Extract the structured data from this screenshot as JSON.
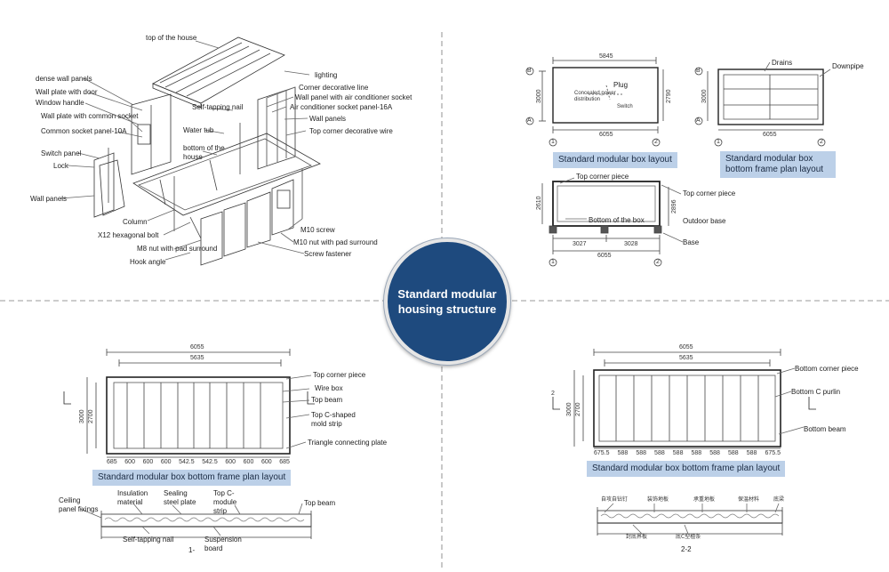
{
  "center_title": "Standard modular housing structure",
  "exploded": {
    "labels": {
      "top_of_house": "top of the house",
      "lighting": "lighting",
      "dense_wall_panels": "dense wall panels",
      "wall_plate_door": "Wall plate with door",
      "window_handle": "Window handle",
      "wall_plate_socket": "Wall plate with common socket",
      "common_socket_panel": "Common socket panel-10A",
      "switch_panel": "Switch panel",
      "lock": "Lock",
      "wall_panels_left": "Wall panels",
      "corner_line": "Corner decorative line",
      "wall_panel_ac": "Wall panel with air conditioner socket",
      "self_tapping_nail": "Self-tapping nail",
      "ac_socket_panel": "Air conditioner socket panel-16A",
      "wall_panels_right": "Wall panels",
      "water_tub": "Water tub",
      "top_corner_wire": "Top corner decorative wire",
      "bottom_of_house": "bottom of the house",
      "column": "Column",
      "hex_bolt": "X12 hexagonal bolt",
      "m8_nut": "M8 nut with pad surround",
      "hook_angle": "Hook angle",
      "m10_screw": "M10 screw",
      "m10_nut": "M10 nut with pad surround",
      "screw_fastener": "Screw fastener"
    }
  },
  "layout_plan": {
    "caption": "Standard modular box layout",
    "dims": {
      "top": "5845",
      "bottom": "6055",
      "left": "3000",
      "right": "2790"
    },
    "grid": {
      "b": "B",
      "a": "A",
      "one": "1",
      "two": "2"
    },
    "labels": {
      "plug": "Plug",
      "concealed": "Concealed power distribution",
      "switch": "Switch"
    }
  },
  "bottom_plan_tr": {
    "caption": "Standard modular box bottom frame plan layout",
    "dims": {
      "bottom": "6055",
      "left": "3000"
    },
    "grid": {
      "b": "B",
      "a": "A",
      "one": "1",
      "two": "2"
    },
    "labels": {
      "drains": "Drains",
      "downpipe": "Downpipe"
    }
  },
  "elevation": {
    "labels": {
      "top_corner_top": "Top corner piece",
      "top_corner_right": "Top corner piece",
      "bottom_box": "Bottom of the box",
      "outdoor_base": "Outdoor base",
      "base": "Base"
    },
    "dims": {
      "left": "2610",
      "right": "2896",
      "seg1": "3027",
      "seg2": "3028",
      "total": "6055"
    },
    "grid": {
      "one": "1",
      "two": "2"
    }
  },
  "top_frame": {
    "caption": "Standard modular box bottom frame plan layout",
    "dims": {
      "outer": "6055",
      "inner": "5635",
      "left_outer": "3000",
      "left_inner": "2700",
      "segments": [
        "685",
        "600",
        "600",
        "600",
        "542.5",
        "542.5",
        "600",
        "600",
        "600",
        "685"
      ]
    },
    "labels": {
      "top_corner": "Top corner piece",
      "wire_box": "Wire box",
      "top_beam": "Top beam",
      "top_c_strip": "Top C-shaped mold strip",
      "triangle": "Triangle connecting plate"
    },
    "section": {
      "ceiling": "Ceiling panel fixings",
      "insulation": "Insulation material",
      "sealing": "Sealing steel plate",
      "top_c_module": "Top C-module strip",
      "top_beam": "Top beam",
      "self_tapping": "Self-tapping nail",
      "suspension": "Suspension board",
      "marker": "1-"
    }
  },
  "bottom_frame": {
    "caption": "Standard modular box bottom frame plan layout",
    "dims": {
      "outer": "6055",
      "inner": "5635",
      "left_outer": "3000",
      "left_inner": "2700",
      "segments": [
        "675.5",
        "588",
        "588",
        "588",
        "588",
        "588",
        "588",
        "588",
        "588",
        "675.5"
      ]
    },
    "labels": {
      "bottom_corner": "Bottom corner piece",
      "bottom_c_purlin": "Bottom C purlin",
      "bottom_beam": "Bottom beam",
      "marker_side": "2"
    },
    "section": {
      "t1": "自攻自钻钉",
      "t2": "装饰地板",
      "t3": "承重地板",
      "t4": "保温材料",
      "t5": "底梁",
      "b1": "封底界板",
      "b2": "底C型檀条",
      "marker": "2-2"
    }
  }
}
